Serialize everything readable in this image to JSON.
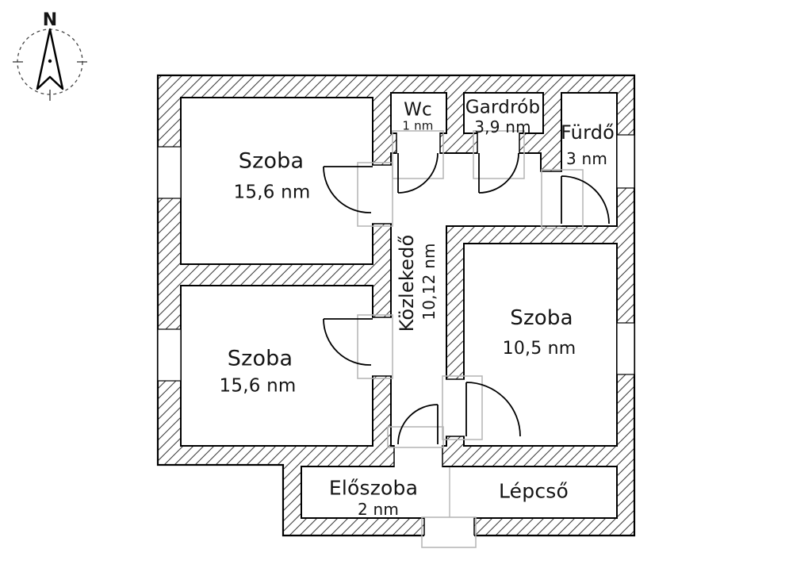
{
  "compass": {
    "north_label": "N"
  },
  "rooms": {
    "szoba_top_left": {
      "name": "Szoba",
      "area": "15,6 nm"
    },
    "szoba_bottom_left": {
      "name": "Szoba",
      "area": "15,6 nm"
    },
    "wc": {
      "name": "Wc",
      "area": "1 nm"
    },
    "gardrob": {
      "name": "Gardrób",
      "area": "3,9 nm"
    },
    "furdo": {
      "name": "Fürdő",
      "area": "3 nm"
    },
    "kozlekedo": {
      "name": "Közlekedő",
      "area": "10,12 nm"
    },
    "szoba_right": {
      "name": "Szoba",
      "area": "10,5 nm"
    },
    "eloszoba": {
      "name": "Előszoba",
      "area": "2 nm"
    },
    "lepcso": {
      "name": "Lépcső"
    }
  },
  "colors": {
    "wall_hatch_line": "#404040",
    "outline": "#000000",
    "door_frame_gray": "#b4b4b4",
    "room_divider_gray": "#bbbbbb",
    "background": "#ffffff"
  }
}
